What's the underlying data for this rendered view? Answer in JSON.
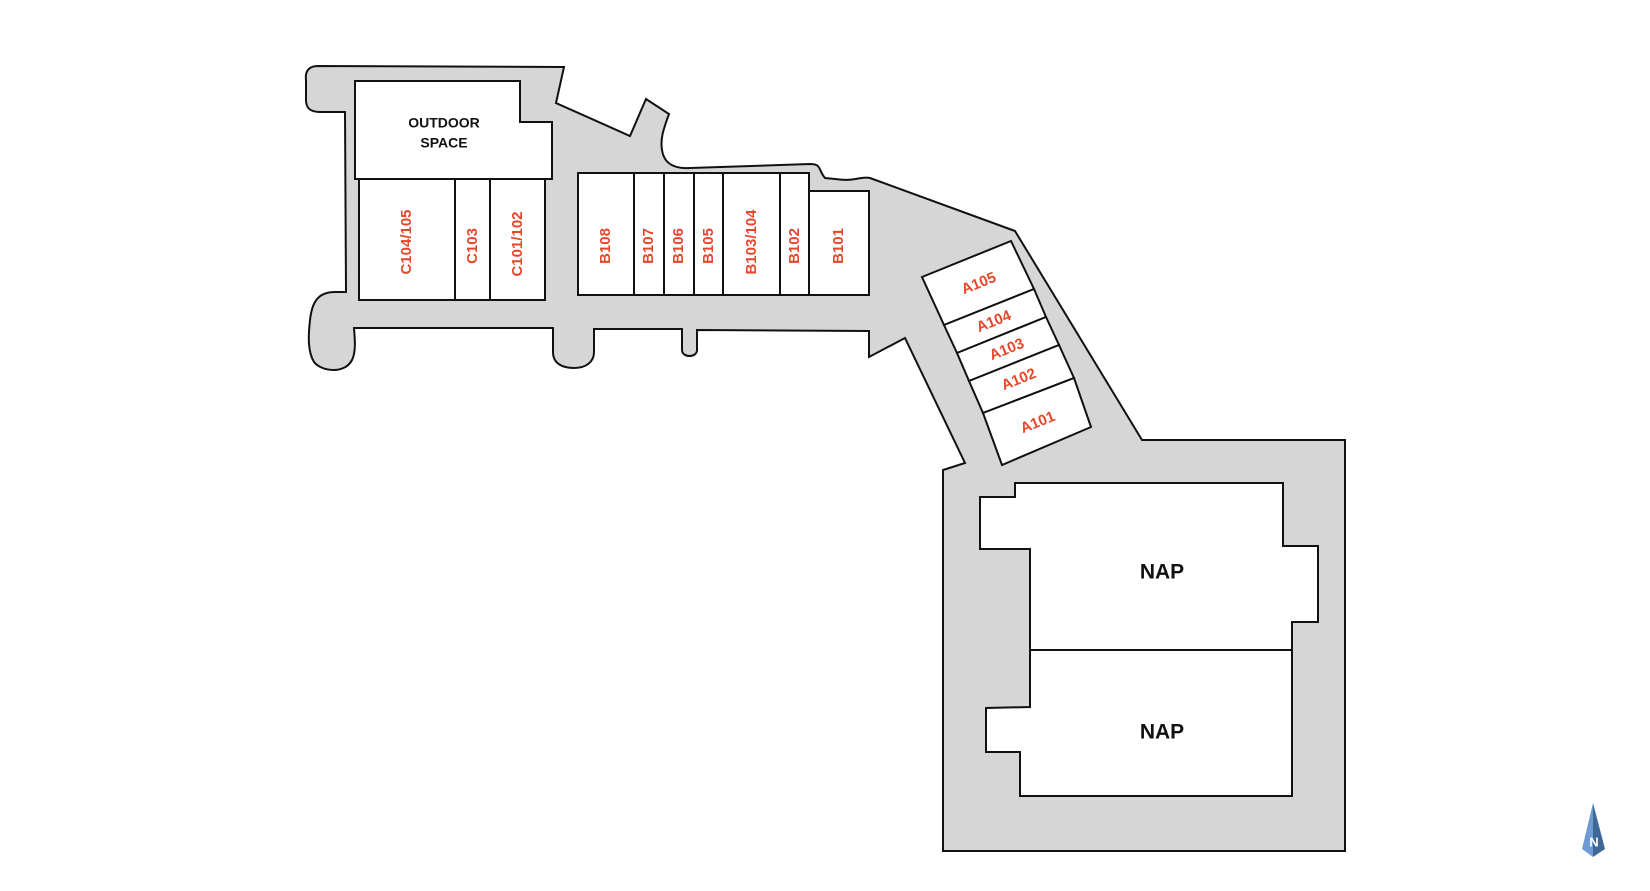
{
  "map": {
    "type": "site-plan",
    "label_color": "#e5472b",
    "corridor_color": "#d6d6d6",
    "outline_color": "#111111",
    "area_label_color": "#111111"
  },
  "areas": {
    "outdoor_space": {
      "line1": "OUTDOOR",
      "line2": "SPACE"
    },
    "nap_north": {
      "label": "NAP"
    },
    "nap_south": {
      "label": "NAP"
    }
  },
  "units": {
    "C104_105": "C104/105",
    "C103": "C103",
    "C101_102": "C101/102",
    "B108": "B108",
    "B107": "B107",
    "B106": "B106",
    "B105": "B105",
    "B103_104": "B103/104",
    "B102": "B102",
    "B101": "B101",
    "A105": "A105",
    "A104": "A104",
    "A103": "A103",
    "A102": "A102",
    "A101": "A101"
  },
  "compass": {
    "icon": "north-arrow-icon",
    "letter": "N",
    "color_light": "#6e9bd3",
    "color_dark": "#3e6896"
  }
}
